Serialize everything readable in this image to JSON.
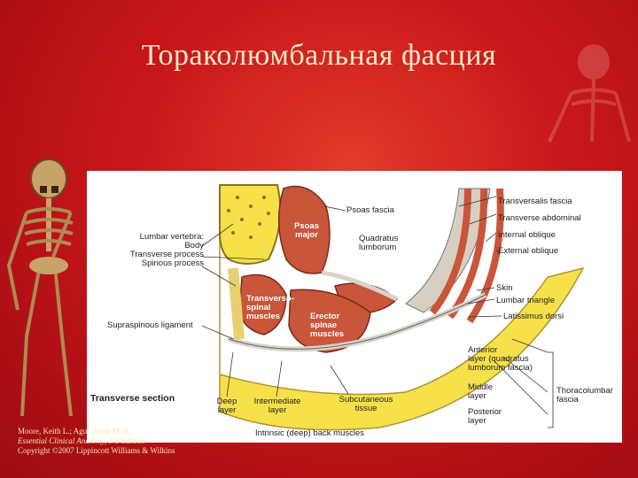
{
  "slide": {
    "title": "Тораколюмбальная фасция"
  },
  "diagram": {
    "section_title": "Transverse section",
    "left_labels": {
      "lumbar_vertebra": [
        "Lumbar vertebra:",
        "Body",
        "Transverse process",
        "Spinous process"
      ],
      "supraspinous": "Supraspinous ligament"
    },
    "right_labels": {
      "transversalis_fascia": "Transversalis fascia",
      "transverse_abdominal": "Transverse abdominal",
      "internal_oblique": "Internal oblique",
      "external_oblique": "External oblique",
      "skin": "Skin",
      "lumbar_triangle": "Lumbar triangle",
      "latissimus_dorsi": "Latissimus dorsi"
    },
    "inner_labels": {
      "psoas_fascia": "Psoas fascia",
      "psoas_major": [
        "Psoas",
        "major"
      ],
      "quadratus_lumborum": [
        "Quadratus",
        "lumborum"
      ],
      "transversospinal": [
        "Transverso-",
        "spinal",
        "muscles"
      ],
      "erector_spinae": [
        "Erector",
        "spinae",
        "muscles"
      ]
    },
    "bottom_labels": {
      "deep_layer": [
        "Deep",
        "layer"
      ],
      "intermediate_layer": [
        "Intermediate",
        "layer"
      ],
      "subcutaneous": [
        "Subcutaneous",
        "tissue"
      ],
      "intrinsic": "Intrinsic (deep) back muscles"
    },
    "fascia_layers": {
      "anterior": [
        "Anterior",
        "layer (quadratus",
        "lumborum fascia)"
      ],
      "middle": [
        "Middle",
        "layer"
      ],
      "posterior": [
        "Posterior",
        "layer"
      ],
      "group": [
        "Thoracolumbar",
        "fascia"
      ]
    }
  },
  "credit": {
    "line1": "Moore, Keith L.; Agur, Anne M. R.",
    "line2": "Essential Clinical Anatomy, 3rd Edition",
    "line3": "Copyright ©2007 Lippincott Williams & Wilkins"
  },
  "colors": {
    "background": "#c8161a",
    "title": "#f4e9c8",
    "muscle": "#c9553a",
    "fat": "#f7e14a",
    "fascia": "#d8d3c8"
  }
}
